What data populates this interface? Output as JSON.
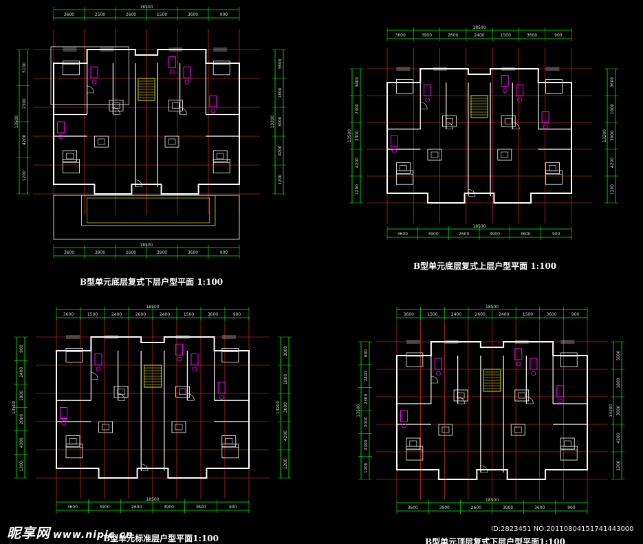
{
  "plans": [
    {
      "caption": "B型单元底层复式下层户型平面 1:100",
      "top_total": "18500",
      "top_segments": [
        "3600",
        "2500",
        "2600",
        "1500",
        "3600",
        "900"
      ],
      "bottom_total": "18500",
      "bottom_segments": [
        "3600",
        "3900",
        "2600",
        "3900",
        "3600",
        "900"
      ],
      "left_total": "13500",
      "left_segments": [
        "5100",
        "2300",
        "4200",
        "1200"
      ],
      "right_total": "13200",
      "right_segments": [
        "3600",
        "1800",
        "3000",
        "4200",
        "1200"
      ]
    },
    {
      "caption": "B型单元底层复式上层户型平面 1:100",
      "top_total": "18500",
      "top_segments": [
        "3600",
        "3900",
        "2600",
        "2400",
        "1500",
        "3600",
        "900"
      ],
      "bottom_total": "18500",
      "bottom_segments": [
        "3600",
        "3900",
        "2600",
        "3900",
        "3600",
        "900"
      ],
      "left_total": "13500",
      "left_segments": [
        "3400",
        "2300",
        "2300",
        "4200",
        "1200"
      ],
      "right_total": "13200",
      "right_segments": [
        "3600",
        "1800",
        "3000",
        "4200",
        "1200"
      ]
    },
    {
      "caption": "B型单元标准层户型平面1:100",
      "top_total": "18500",
      "top_segments": [
        "3600",
        "1500",
        "2400",
        "2600",
        "2400",
        "1500",
        "3600",
        "900"
      ],
      "bottom_total": "18500",
      "bottom_segments": [
        "3600",
        "3900",
        "2600",
        "3900",
        "3600",
        "900"
      ],
      "left_total": "13500",
      "left_segments": [
        "900",
        "2400",
        "1800",
        "2000",
        "4300",
        "1200"
      ],
      "right_total": "13200",
      "right_segments": [
        "3000",
        "1800",
        "3000",
        "4200",
        "1200"
      ]
    },
    {
      "caption": "B型单元顶层复式下层户型平面1:100",
      "top_total": "18500",
      "top_segments": [
        "3600",
        "1500",
        "2400",
        "2600",
        "2400",
        "1500",
        "3600",
        "900"
      ],
      "bottom_total": "18500",
      "bottom_segments": [
        "3600",
        "3900",
        "2600",
        "3900",
        "3600",
        "900"
      ],
      "left_total": "13500",
      "left_segments": [
        "900",
        "2400",
        "2300",
        "2000",
        "4300",
        "1200"
      ],
      "right_total": "13200",
      "right_segments": [
        "3000",
        "1800",
        "3000",
        "4200",
        "1200"
      ]
    }
  ],
  "watermark": {
    "site": "昵享网",
    "url": "www.nipic.cn",
    "id_text": "ID:2823451 NO:20110804151741443000"
  },
  "colors": {
    "background": "#000000",
    "wall": "#ffffff",
    "dimension": "#00ff00",
    "axis": "#ff3333",
    "fixture": "#ff00ff",
    "stair": "#ffff00",
    "furniture": "#ffffff"
  },
  "icons": [
    "dimension-line",
    "axis-line",
    "wall",
    "door-swing",
    "window",
    "stair",
    "bathroom-fixture",
    "furniture"
  ]
}
